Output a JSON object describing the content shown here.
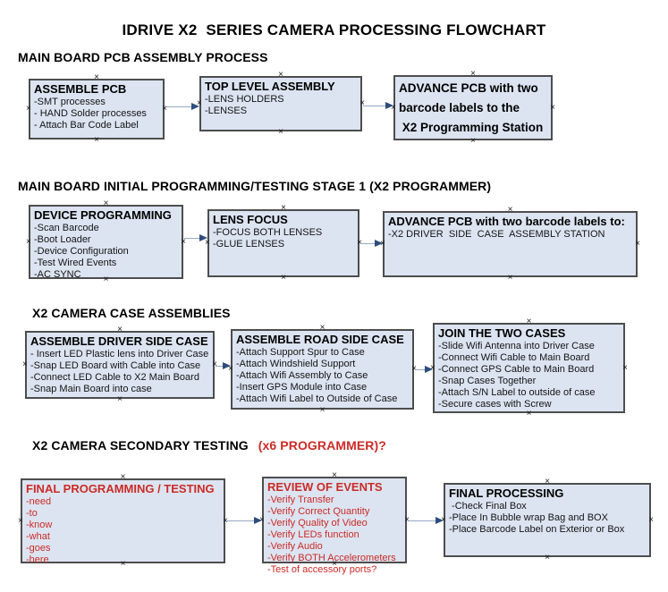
{
  "page_title": "IDRIVE X2  SERIES CAMERA PROCESSING FLOWCHART",
  "handle_glyph": "×",
  "colors": {
    "box_fill": "#dce4f1",
    "box_border": "#4d4d4d",
    "red": "#cb2b27",
    "arrow_line": "#94a9c5",
    "arrow_head": "#2d4d7c",
    "text": "#141414"
  },
  "sections": [
    {
      "heading": "MAIN BOARD PCB ASSEMBLY PROCESS",
      "heading_suffix": "",
      "boxes": [
        {
          "title": "ASSEMBLE PCB",
          "items": [
            "-SMT processes",
            "- HAND Solder processes",
            "- Attach Bar Code Label"
          ]
        },
        {
          "title": "TOP LEVEL ASSEMBLY",
          "items": [
            "-LENS HOLDERS",
            "-LENSES"
          ]
        },
        {
          "title": "",
          "title_lines": [
            "ADVANCE PCB with two",
            "barcode labels to the",
            " X2 Programming Station"
          ],
          "items": []
        }
      ]
    },
    {
      "heading": "MAIN BOARD INITIAL PROGRAMMING/TESTING STAGE 1 (X2 PROGRAMMER)",
      "heading_suffix": "",
      "boxes": [
        {
          "title": "DEVICE PROGRAMMING",
          "items": [
            "-Scan Barcode",
            "-Boot Loader",
            "-Device Configuration",
            "-Test Wired Events",
            "-AC SYNC"
          ]
        },
        {
          "title": "LENS FOCUS",
          "items": [
            "-FOCUS BOTH LENSES",
            "-GLUE LENSES"
          ]
        },
        {
          "title": "ADVANCE PCB with two barcode labels to:",
          "items": [
            "-X2 DRIVER  SIDE  CASE  ASSEMBLY STATION"
          ]
        }
      ]
    },
    {
      "heading": "X2 CAMERA CASE ASSEMBLIES",
      "heading_suffix": "",
      "boxes": [
        {
          "title": "ASSEMBLE DRIVER SIDE CASE",
          "items": [
            "- Insert LED Plastic lens into Driver Case",
            "-Snap LED Board with Cable into Case",
            "-Connect LED Cable to X2 Main Board",
            "-Snap Main Board into case"
          ]
        },
        {
          "title": "ASSEMBLE ROAD SIDE CASE",
          "items": [
            "-Attach Support Spur to Case",
            "-Attach Windshield Support",
            "-Attach Wifi Assembly to Case",
            "-Insert GPS Module into Case",
            "-Attach Wifi Label to Outside of Case"
          ]
        },
        {
          "title": "JOIN THE TWO CASES",
          "items": [
            "-Slide Wifi Antenna into Driver Case",
            "-Connect Wifi Cable to Main Board",
            "-Connect GPS Cable to Main Board",
            "-Snap Cases Together",
            "-Attach S/N Label to outside of case",
            "-Secure cases with Screw"
          ]
        }
      ]
    },
    {
      "heading": "X2 CAMERA SECONDARY TESTING ",
      "heading_suffix": "(x6 PROGRAMMER)?",
      "boxes": [
        {
          "title": "FINAL PROGRAMMING / TESTING",
          "items": [
            "-need",
            "-to",
            "-know",
            "-what",
            "-goes",
            "-here"
          ]
        },
        {
          "title": "REVIEW OF EVENTS",
          "items": [
            "-Verify Transfer",
            "-Verify Correct Quantity",
            "-Verify Quality of Video",
            "-Verify LEDs function",
            "-Verify Audio",
            "-Verify BOTH Accelerometers",
            "-Test of accessory ports?"
          ]
        },
        {
          "title": "FINAL PROCESSING",
          "items": [
            " -Check Final Box",
            "-Place In Bubble wrap Bag and BOX",
            "-Place Barcode Label on Exterior or Box"
          ]
        }
      ]
    }
  ]
}
